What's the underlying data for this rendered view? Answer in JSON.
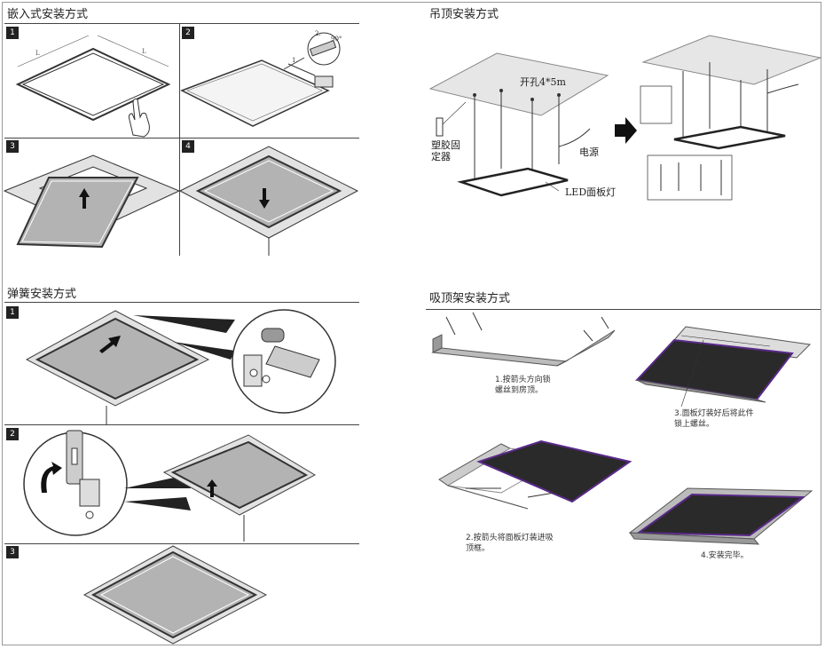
{
  "sections": {
    "embedded": {
      "title": "嵌入式安装方式",
      "steps": [
        "1",
        "2",
        "3",
        "4"
      ],
      "connector_labels": {
        "step1": "1.",
        "step2": "2.",
        "angle": "90°"
      }
    },
    "suspended": {
      "title": "吊顶安装方式",
      "labels": {
        "hole": "开孔4*5m",
        "plastic_fixer_line1": "塑胶固",
        "plastic_fixer_line2": "定器",
        "power": "电源",
        "led_panel": "LED面板灯"
      }
    },
    "spring": {
      "title": "弹簧安装方式",
      "steps": [
        "1",
        "2",
        "3"
      ]
    },
    "surface_frame": {
      "title": "吸顶架安装方式",
      "captions": {
        "c1_line1": "1.按箭头方向锁",
        "c1_line2": "螺丝到房顶。",
        "c2_line1": "2.按箭头将面板灯装进吸",
        "c2_line2": "顶框。",
        "c3_line1": "3.面板灯装好后将此件",
        "c3_line2": "锁上螺丝。",
        "c4": "4.安装完毕。"
      }
    }
  },
  "colors": {
    "line": "#333333",
    "panel_gray": "#b3b3b3",
    "ceiling_gray": "#d9d9d9",
    "dark_panel": "#2a2a2a",
    "purple_edge": "#5a2a8a"
  }
}
